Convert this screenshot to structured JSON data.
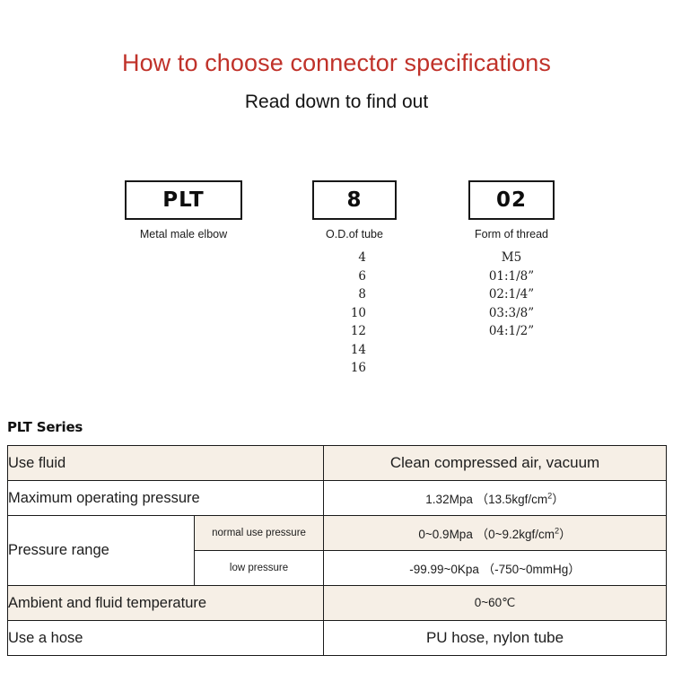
{
  "header": {
    "title": "How to choose connector specifications",
    "subtitle": "Read down to find out",
    "title_color": "#c0322a"
  },
  "code_groups": [
    {
      "code": "PLT",
      "caption": "Metal male elbow",
      "options": []
    },
    {
      "code": "8",
      "caption": "O.D.of tube",
      "options": [
        "4",
        "6",
        "8",
        "10",
        "12",
        "14",
        "16"
      ]
    },
    {
      "code": "02",
      "caption": "Form of thread",
      "options": [
        "M5",
        "01:1/8”",
        "02:1/4”",
        "03:3/8”",
        "04:1/2”"
      ]
    }
  ],
  "spec": {
    "series_label": "PLT Series",
    "accent_row_color": "#f6efe6",
    "rows": [
      {
        "label": "Use fluid",
        "sub": null,
        "value": "Clean compressed air, vacuum",
        "value_size": "big",
        "shaded": true
      },
      {
        "label": "Maximum operating pressure",
        "sub": null,
        "value": "1.32Mpa （13.5kgf/cm²）",
        "value_size": "small",
        "shaded": false
      },
      {
        "label": "Pressure range",
        "sub": "normal use pressure",
        "value": "0~0.9Mpa （0~9.2kgf/cm²）",
        "value_size": "small",
        "shaded": true
      },
      {
        "label": null,
        "sub": "low pressure",
        "value": "-99.99~0Kpa （-750~0mmHg）",
        "value_size": "small",
        "shaded": false
      },
      {
        "label": "Ambient and fluid temperature",
        "sub": null,
        "value": "0~60℃",
        "value_size": "small",
        "shaded": true
      },
      {
        "label": "Use a hose",
        "sub": null,
        "value": "PU hose, nylon tube",
        "value_size": "big",
        "shaded": false
      }
    ]
  }
}
